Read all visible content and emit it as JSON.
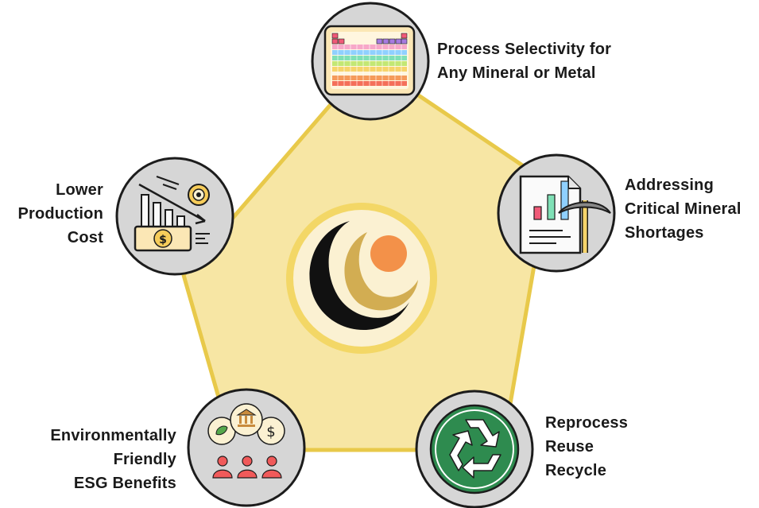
{
  "colors": {
    "pentagon_fill": "#f7e6a4",
    "pentagon_stroke": "#e8c94a",
    "node_fill": "#d6d6d6",
    "node_stroke": "#1c1c1c",
    "logo_outer": "#f3d766",
    "logo_inner": "#fbf1d2",
    "logo_black": "#111111",
    "logo_gold": "#d2ad52",
    "logo_orange": "#f39149",
    "recycle_green": "#2e8b4f"
  },
  "nodes": [
    {
      "id": "top",
      "icon": "periodic-table-icon",
      "lines": [
        "Process  Selectivity  for",
        "Any Mineral or Metal"
      ]
    },
    {
      "id": "right",
      "icon": "chart-pickaxe-icon",
      "lines": [
        "Addressing",
        "Critical Mineral",
        "Shortages"
      ]
    },
    {
      "id": "bottom-right",
      "icon": "recycle-icon",
      "lines": [
        "Reprocess",
        "Reuse",
        "Recycle"
      ]
    },
    {
      "id": "bottom-left",
      "icon": "esg-community-icon",
      "lines": [
        "Environmentally",
        "Friendly",
        "ESG Benefits"
      ]
    },
    {
      "id": "left",
      "icon": "cost-reduction-icon",
      "lines": [
        "Lower",
        "Production",
        "Cost"
      ]
    }
  ]
}
